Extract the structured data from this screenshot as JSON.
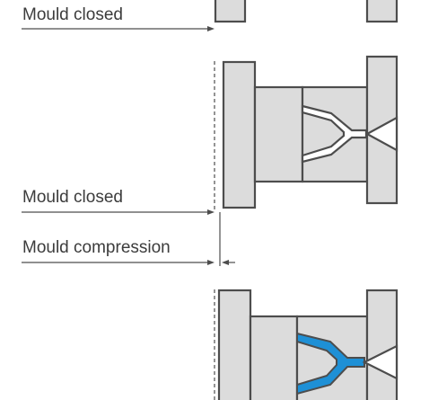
{
  "labels": {
    "top": "Mould closed",
    "middle": "Mould closed",
    "compression": "Mould compression"
  },
  "colors": {
    "plate_fill": "#dcdcdc",
    "stroke": "#4d4d4d",
    "melt": "#1e90d6"
  }
}
